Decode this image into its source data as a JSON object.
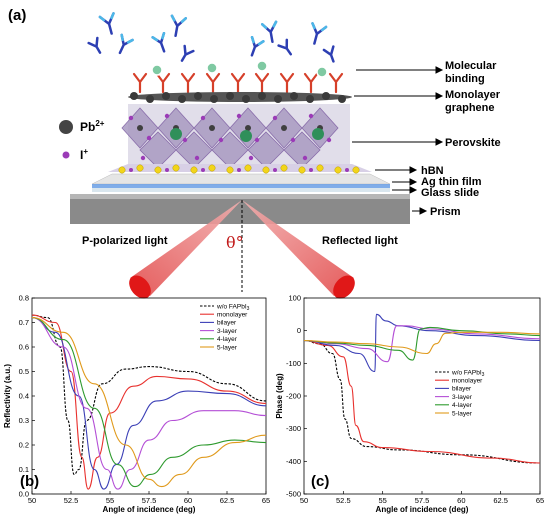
{
  "panels": {
    "a": "(a)",
    "b": "(b)",
    "c": "(c)"
  },
  "ions": {
    "pb": "Pb",
    "pb_sup": "2+",
    "i": "I",
    "i_sup": "+"
  },
  "layers": {
    "molecular_1": "Molecular",
    "molecular_2": "binding",
    "monolayer_1": "Monolayer",
    "monolayer_2": "graphene",
    "perovskite": "Perovskite",
    "hbn": "hBN",
    "ag": "Ag thin film",
    "glass": "Glass slide",
    "prism": "Prism"
  },
  "light": {
    "incident": "P-polarized light",
    "reflected": "Reflected light",
    "angle": "θ°"
  },
  "colors": {
    "ref": "#000000",
    "mono": "#e8312e",
    "bi": "#3b3fb6",
    "tri": "#b44fd6",
    "four": "#2e9a2e",
    "five": "#e09a1c",
    "beam": "#e02020",
    "ag": "#eeeeee",
    "gold": "#f2d51a",
    "purple": "#9b3bb7",
    "green": "#2f8f5a"
  },
  "chart_data": [
    {
      "type": "line",
      "panel": "(b)",
      "xlabel": "Angle of incidence (deg)",
      "ylabel": "Reflectivity (a.u.)",
      "xlim": [
        50,
        65
      ],
      "ylim": [
        0.0,
        0.8
      ],
      "xticks": [
        50,
        52.5,
        55,
        57.5,
        60,
        62.5,
        65
      ],
      "yticks": [
        0.0,
        0.1,
        0.2,
        0.3,
        0.4,
        0.5,
        0.6,
        0.7,
        0.8
      ],
      "legend": "top-right",
      "series": [
        {
          "name": "w/o FAPbI",
          "sub": "3",
          "style": "dashed",
          "color": "#000000",
          "points": [
            [
              50,
              0.73
            ],
            [
              51,
              0.72
            ],
            [
              51.8,
              0.6
            ],
            [
              52.3,
              0.3
            ],
            [
              52.7,
              0.08
            ],
            [
              53.0,
              0.1
            ],
            [
              53.5,
              0.3
            ],
            [
              54.5,
              0.45
            ],
            [
              56,
              0.51
            ],
            [
              57.5,
              0.52
            ],
            [
              60,
              0.5
            ],
            [
              62.5,
              0.45
            ],
            [
              65,
              0.38
            ]
          ]
        },
        {
          "name": "monolayer",
          "color": "#e8312e",
          "points": [
            [
              50,
              0.73
            ],
            [
              51.5,
              0.7
            ],
            [
              52.5,
              0.5
            ],
            [
              53.2,
              0.15
            ],
            [
              53.6,
              0.02
            ],
            [
              54.2,
              0.15
            ],
            [
              55,
              0.33
            ],
            [
              56.5,
              0.44
            ],
            [
              58,
              0.48
            ],
            [
              60,
              0.47
            ],
            [
              62.5,
              0.42
            ],
            [
              65,
              0.37
            ]
          ]
        },
        {
          "name": "bilayer",
          "color": "#3b3fb6",
          "points": [
            [
              50,
              0.72
            ],
            [
              51.5,
              0.66
            ],
            [
              53,
              0.4
            ],
            [
              54.0,
              0.1
            ],
            [
              54.6,
              0.02
            ],
            [
              55.4,
              0.12
            ],
            [
              56.5,
              0.28
            ],
            [
              58,
              0.38
            ],
            [
              60,
              0.42
            ],
            [
              62.5,
              0.41
            ],
            [
              65,
              0.36
            ]
          ]
        },
        {
          "name": "3-layer",
          "color": "#b44fd6",
          "points": [
            [
              50,
              0.72
            ],
            [
              52,
              0.6
            ],
            [
              53.5,
              0.35
            ],
            [
              54.8,
              0.1
            ],
            [
              55.5,
              0.02
            ],
            [
              56.3,
              0.1
            ],
            [
              57.5,
              0.22
            ],
            [
              59,
              0.3
            ],
            [
              61,
              0.34
            ],
            [
              63,
              0.34
            ],
            [
              65,
              0.32
            ]
          ]
        },
        {
          "name": "4-layer",
          "color": "#2e9a2e",
          "points": [
            [
              50,
              0.72
            ],
            [
              52,
              0.63
            ],
            [
              54,
              0.35
            ],
            [
              55.5,
              0.12
            ],
            [
              56.6,
              0.03
            ],
            [
              57.6,
              0.08
            ],
            [
              59,
              0.15
            ],
            [
              61,
              0.2
            ],
            [
              63,
              0.22
            ],
            [
              65,
              0.21
            ]
          ]
        },
        {
          "name": "5-layer",
          "color": "#e09a1c",
          "points": [
            [
              50,
              0.72
            ],
            [
              52,
              0.66
            ],
            [
              54,
              0.45
            ],
            [
              56,
              0.2
            ],
            [
              57.5,
              0.06
            ],
            [
              58.3,
              0.03
            ],
            [
              59.5,
              0.08
            ],
            [
              61,
              0.15
            ],
            [
              63,
              0.21
            ],
            [
              65,
              0.24
            ]
          ]
        }
      ]
    },
    {
      "type": "line",
      "panel": "(c)",
      "xlabel": "Angle of incidence (deg)",
      "ylabel": "Phase (deg)",
      "xlim": [
        50,
        65
      ],
      "ylim": [
        -500,
        100
      ],
      "xticks": [
        50,
        52.5,
        55,
        57.5,
        60,
        62.5,
        65
      ],
      "yticks": [
        100,
        0,
        -100,
        -200,
        -300,
        -400,
        -500
      ],
      "legend": "bottom-right",
      "series": [
        {
          "name": "w/o FAPbI",
          "sub": "3",
          "style": "dashed",
          "color": "#000000",
          "points": [
            [
              50,
              -30
            ],
            [
              51,
              -40
            ],
            [
              51.8,
              -70
            ],
            [
              52.3,
              -150
            ],
            [
              52.6,
              -270
            ],
            [
              53,
              -330
            ],
            [
              54,
              -355
            ],
            [
              56,
              -365
            ],
            [
              60,
              -380
            ],
            [
              65,
              -405
            ]
          ]
        },
        {
          "name": "monolayer",
          "color": "#e8312e",
          "points": [
            [
              50,
              -30
            ],
            [
              51.5,
              -45
            ],
            [
              52.5,
              -80
            ],
            [
              53.0,
              -170
            ],
            [
              53.3,
              -290
            ],
            [
              53.8,
              -340
            ],
            [
              55,
              -358
            ],
            [
              58,
              -370
            ],
            [
              62,
              -390
            ],
            [
              65,
              -405
            ]
          ]
        },
        {
          "name": "bilayer",
          "color": "#3b3fb6",
          "points": [
            [
              50,
              -30
            ],
            [
              52,
              -45
            ],
            [
              53.5,
              -70
            ],
            [
              54.5,
              -125
            ],
            [
              54.6,
              50
            ],
            [
              55.2,
              30
            ],
            [
              56,
              15
            ],
            [
              58,
              0
            ],
            [
              61,
              -15
            ],
            [
              65,
              -30
            ]
          ]
        },
        {
          "name": "3-layer",
          "color": "#b44fd6",
          "points": [
            [
              50,
              -30
            ],
            [
              52,
              -40
            ],
            [
              54,
              -55
            ],
            [
              55.3,
              -95
            ],
            [
              55.9,
              15
            ],
            [
              56.5,
              15
            ],
            [
              58,
              5
            ],
            [
              61,
              -10
            ],
            [
              65,
              -25
            ]
          ]
        },
        {
          "name": "4-layer",
          "color": "#2e9a2e",
          "points": [
            [
              50,
              -30
            ],
            [
              52,
              -38
            ],
            [
              54,
              -45
            ],
            [
              56,
              -60
            ],
            [
              56.9,
              -90
            ],
            [
              57.4,
              5
            ],
            [
              58,
              10
            ],
            [
              60,
              0
            ],
            [
              63,
              -10
            ],
            [
              65,
              -15
            ]
          ]
        },
        {
          "name": "5-layer",
          "color": "#e09a1c",
          "points": [
            [
              50,
              -30
            ],
            [
              52,
              -35
            ],
            [
              54,
              -40
            ],
            [
              56,
              -50
            ],
            [
              57.8,
              -70
            ],
            [
              58.4,
              -40
            ],
            [
              59,
              -8
            ],
            [
              60,
              -5
            ],
            [
              62.5,
              -5
            ],
            [
              65,
              -10
            ]
          ]
        }
      ]
    }
  ]
}
